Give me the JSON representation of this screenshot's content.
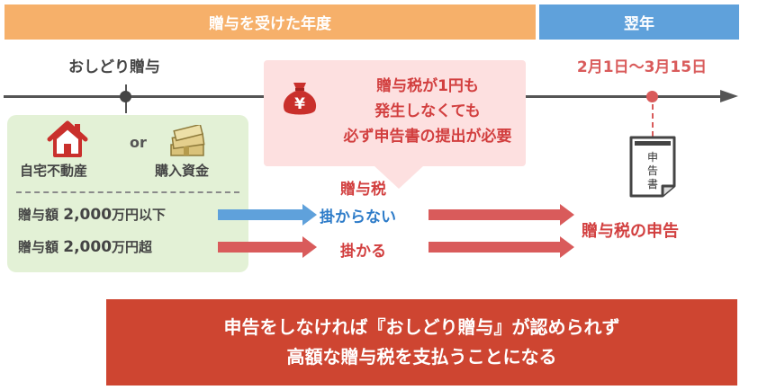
{
  "header": {
    "year_band": "贈与を受けた年度",
    "next_year_band": "翌年"
  },
  "timeline": {
    "gift_label": "おしどり贈与",
    "deadline_label": "2月1日〜3月15日"
  },
  "callout": {
    "line1": "贈与税が1円も",
    "line2": "発生しなくても",
    "line3": "必ず申告書の提出が必要",
    "bag_symbol": "¥"
  },
  "assets": {
    "house_label": "自宅不動産",
    "or_label": "or",
    "money_label": "購入資金"
  },
  "rows": [
    {
      "prefix": "贈与額",
      "amount": "2,000",
      "suffix": "万円以下",
      "result": "掛からない",
      "arrow_color": "#5fa1db"
    },
    {
      "prefix": "贈与額",
      "amount": "2,000",
      "suffix": "万円超",
      "result": "掛かる",
      "arrow_color": "#d95b5b"
    }
  ],
  "tax_label": "贈与税",
  "document_label": "申告書",
  "declare_label": "贈与税の申告",
  "banner": {
    "line1": "申告をしなければ『おしどり贈与』が認められず",
    "line2": "高額な贈与税を支払うことになる"
  },
  "colors": {
    "orange": "#f6b06a",
    "blue": "#5fa1db",
    "red": "#d95b5b",
    "dark_red": "#ce4531",
    "green": "#e3f1d6",
    "pink": "#fde0e0"
  }
}
